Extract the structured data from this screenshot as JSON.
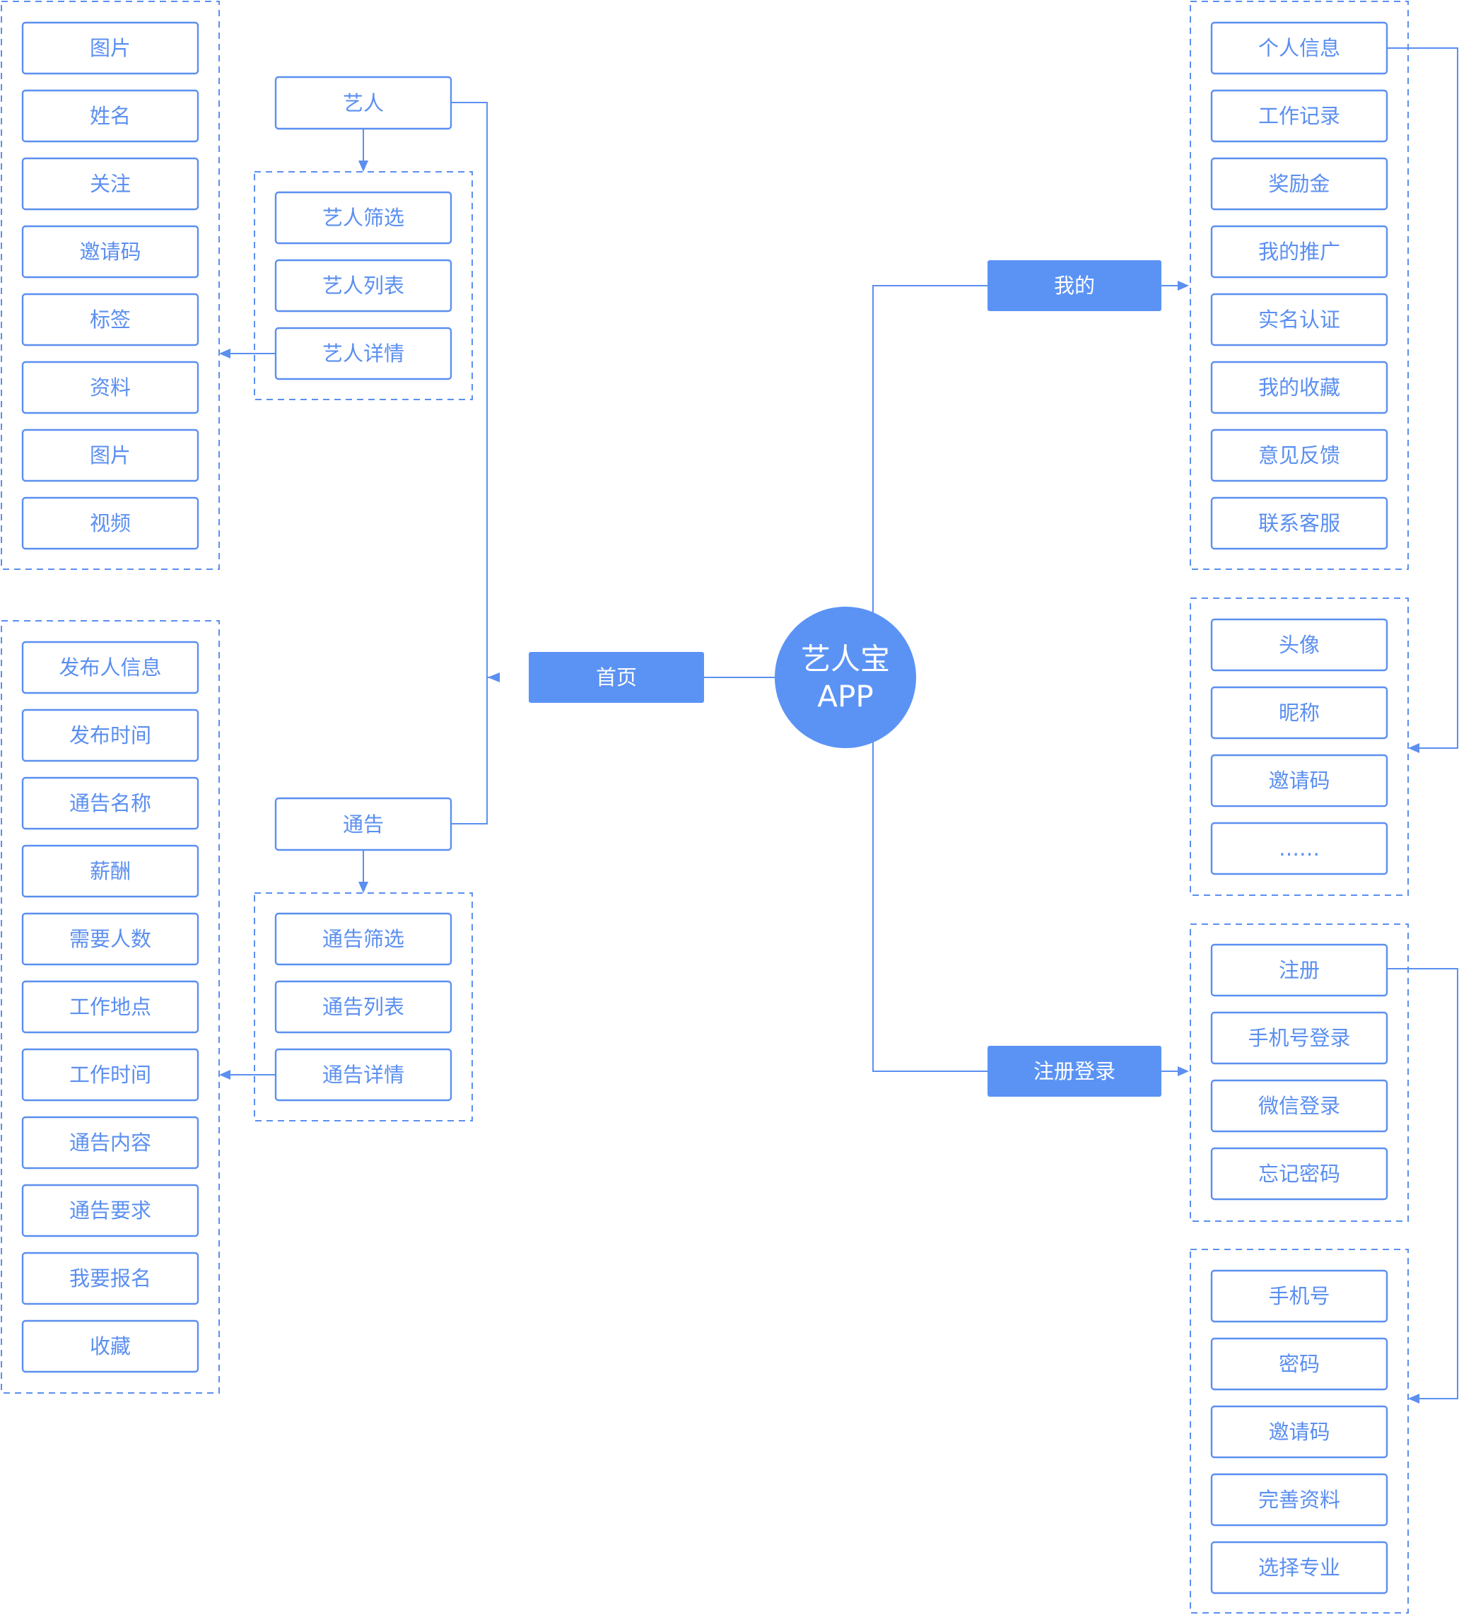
{
  "center": {
    "line1": "艺人宝",
    "line2": "APP"
  },
  "main_nodes": {
    "home": "首页",
    "mine": "我的",
    "register_login": "注册登录"
  },
  "artist": {
    "label": "艺人",
    "submenu": [
      "艺人筛选",
      "艺人列表",
      "艺人详情"
    ],
    "detail_fields": [
      "图片",
      "姓名",
      "关注",
      "邀请码",
      "标签",
      "资料",
      "图片",
      "视频"
    ]
  },
  "notice": {
    "label": "通告",
    "submenu": [
      "通告筛选",
      "通告列表",
      "通告详情"
    ],
    "detail_fields": [
      "发布人信息",
      "发布时间",
      "通告名称",
      "薪酬",
      "需要人数",
      "工作地点",
      "工作时间",
      "通告内容",
      "通告要求",
      "我要报名",
      "收藏"
    ]
  },
  "mine": {
    "items": [
      "个人信息",
      "工作记录",
      "奖励金",
      "我的推广",
      "实名认证",
      "我的收藏",
      "意见反馈",
      "联系客服"
    ],
    "profile_fields": [
      "头像",
      "昵称",
      "邀请码",
      "……"
    ]
  },
  "register_login": {
    "items": [
      "注册",
      "手机号登录",
      "微信登录",
      "忘记密码"
    ],
    "register_fields": [
      "手机号",
      "密码",
      "邀请码",
      "完善资料",
      "选择专业"
    ]
  },
  "colors": {
    "accent": "#5b93f5",
    "line": "#5b8ff0",
    "background": "#ffffff"
  }
}
